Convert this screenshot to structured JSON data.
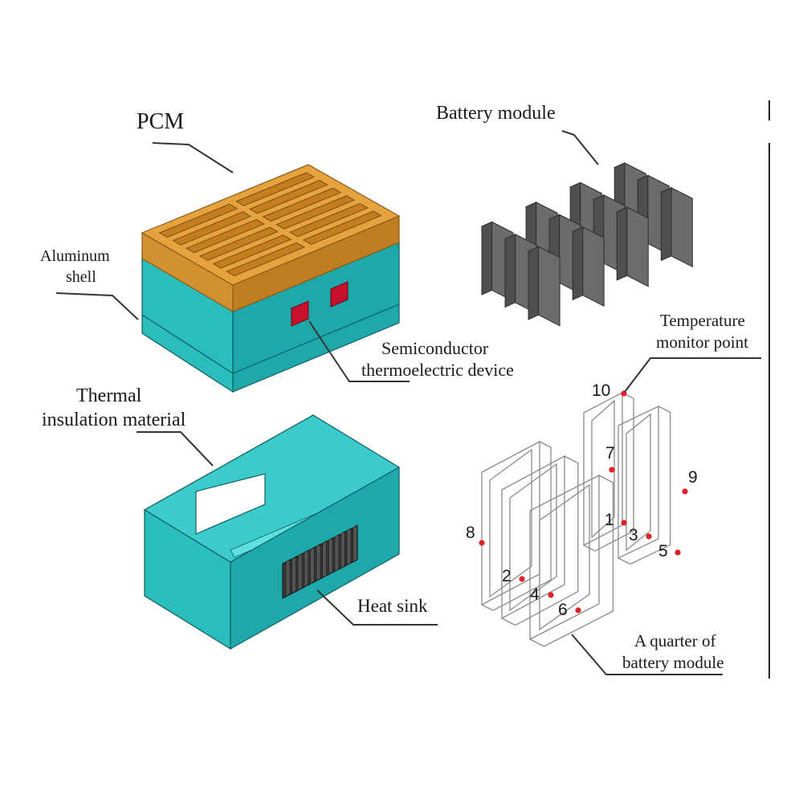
{
  "labels": {
    "pcm": "PCM",
    "battery_module": "Battery module",
    "aluminum_shell_line1": "Aluminum",
    "aluminum_shell_line2": "shell",
    "semiconductor_line1": "Semiconductor",
    "semiconductor_line2": "thermoelectric device",
    "temperature_line1": "Temperature",
    "temperature_line2": "monitor point",
    "thermal_line1": "Thermal",
    "thermal_line2": "insulation material",
    "heat_sink": "Heat sink",
    "quarter_line1": "A quarter of",
    "quarter_line2": "battery module"
  },
  "monitor_points": [
    "1",
    "2",
    "3",
    "4",
    "5",
    "6",
    "7",
    "8",
    "9",
    "10"
  ],
  "colors": {
    "shell": "#2bbcbc",
    "pcm": "#e6a23f",
    "thermoelectric": "#c8102e",
    "battery": "#6b6b6b",
    "monitor_point": "#e0202a"
  }
}
